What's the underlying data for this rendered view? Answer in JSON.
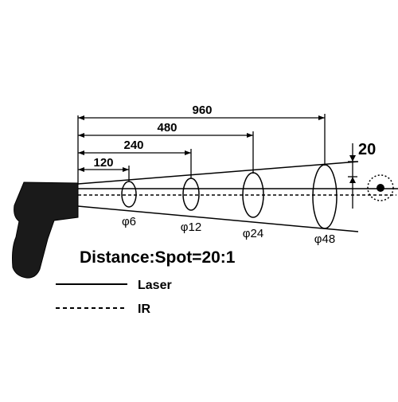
{
  "dimensions": [
    "960",
    "480",
    "240",
    "120"
  ],
  "spots": [
    "φ6",
    "φ12",
    "φ24",
    "φ48"
  ],
  "target_size": "20",
  "title": "Distance:Spot=20:1",
  "legend": {
    "laser": "Laser",
    "ir": "IR"
  },
  "colors": {
    "ink": "#000000",
    "gun_body": "#1a1a1a",
    "background": "#ffffff"
  },
  "icons": [
    "infrared-thermometer-gun-icon",
    "target-icon"
  ]
}
